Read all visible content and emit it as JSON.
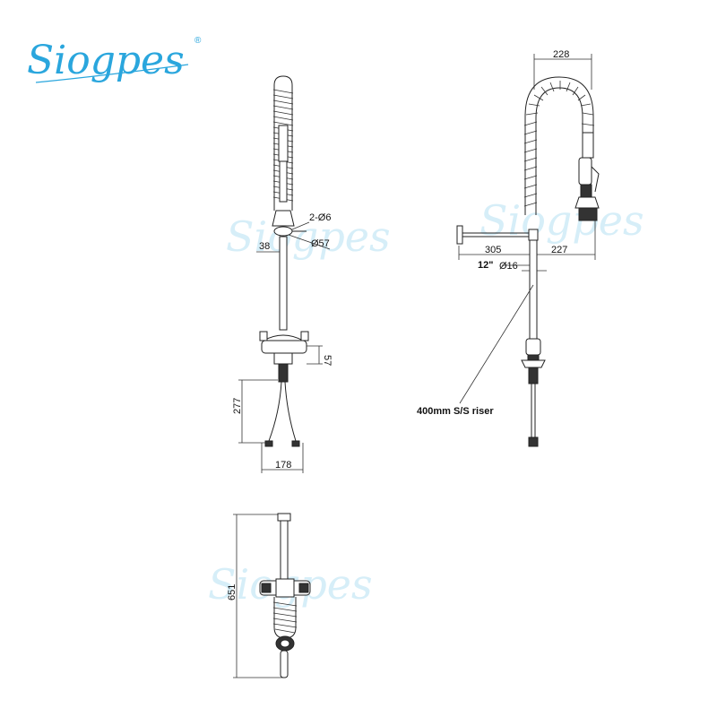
{
  "brand": {
    "name": "Siogpes",
    "registered_mark": "®",
    "color": "#2aa6dd",
    "watermark_color": "#d6eef8"
  },
  "front_view": {
    "label_holes": "2-Ø6",
    "label_diameter": "Ø57",
    "dim_38": "38",
    "dim_57": "57",
    "dim_277": "277",
    "dim_178": "178"
  },
  "side_view": {
    "dim_228": "228",
    "dim_305": "305",
    "dim_227": "227",
    "dim_12in": "12\"",
    "dim_16": "Ø16",
    "riser_note": "400mm S/S riser"
  },
  "bottom_view": {
    "dim_651": "651"
  }
}
